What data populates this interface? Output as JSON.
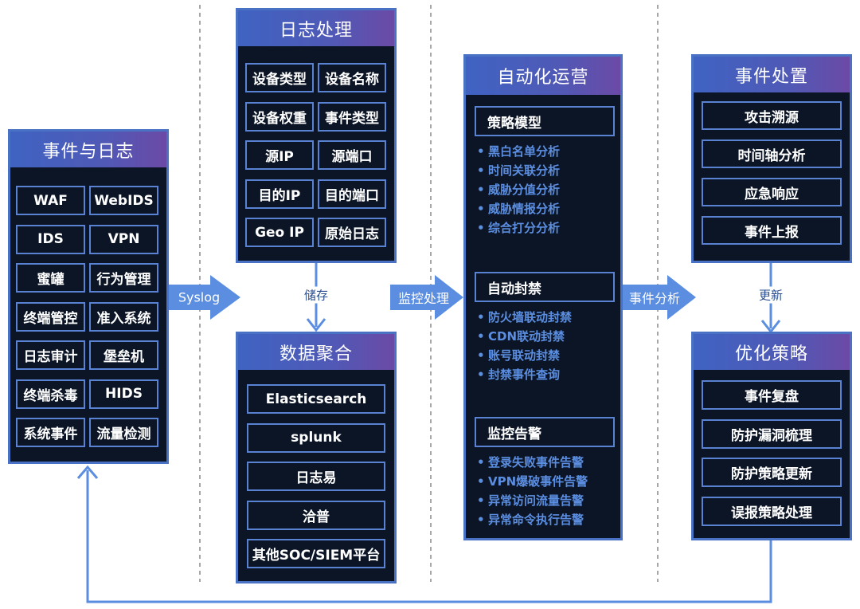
{
  "events_panel": {
    "title": "事件与日志",
    "items": [
      "WAF",
      "WebIDS",
      "IDS",
      "VPN",
      "蜜罐",
      "行为管理",
      "终端管控",
      "准入系统",
      "日志审计",
      "堡垒机",
      "终端杀毒",
      "HIDS",
      "系统事件",
      "流量检测"
    ]
  },
  "log_panel": {
    "title": "日志处理",
    "items": [
      "设备类型",
      "设备名称",
      "设备权重",
      "事件类型",
      "源IP",
      "源端口",
      "目的IP",
      "目的端口",
      "Geo IP",
      "原始日志"
    ]
  },
  "agg_panel": {
    "title": "数据聚合",
    "items": [
      "Elasticsearch",
      "splunk",
      "日志易",
      "洽普",
      "其他SOC/SIEM平台"
    ]
  },
  "auto_panel": {
    "title": "自动化运营",
    "sections": [
      {
        "title": "策略模型",
        "bullets": [
          "黑白名单分析",
          "时间关联分析",
          "威胁分值分析",
          "威胁情报分析",
          "综合打分分析"
        ]
      },
      {
        "title": "自动封禁",
        "bullets": [
          "防火墙联动封禁",
          "CDN联动封禁",
          "账号联动封禁",
          "封禁事件查询"
        ]
      },
      {
        "title": "监控告警",
        "bullets": [
          "登录失败事件告警",
          "VPN爆破事件告警",
          "异常访问流量告警",
          "异常命令执行告警"
        ]
      }
    ]
  },
  "handle_panel": {
    "title": "事件处置",
    "items": [
      "攻击溯源",
      "时间轴分析",
      "应急响应",
      "事件上报"
    ]
  },
  "opt_panel": {
    "title": "优化策略",
    "items": [
      "事件复盘",
      "防护漏洞梳理",
      "防护策略更新",
      "误报策略处理"
    ]
  },
  "arrows": {
    "syslog": "Syslog",
    "store": "储存",
    "monitor": "监控处理",
    "event_analysis": "事件分析",
    "update": "更新"
  },
  "colors": {
    "panel_bg": "#0b1526",
    "border": "#4a72c4",
    "header_gradient_start": "#3f63c2",
    "header_gradient_end": "#6b4aa6",
    "arrow": "#5b8ee0",
    "bullet_text": "#5b8ee0"
  }
}
